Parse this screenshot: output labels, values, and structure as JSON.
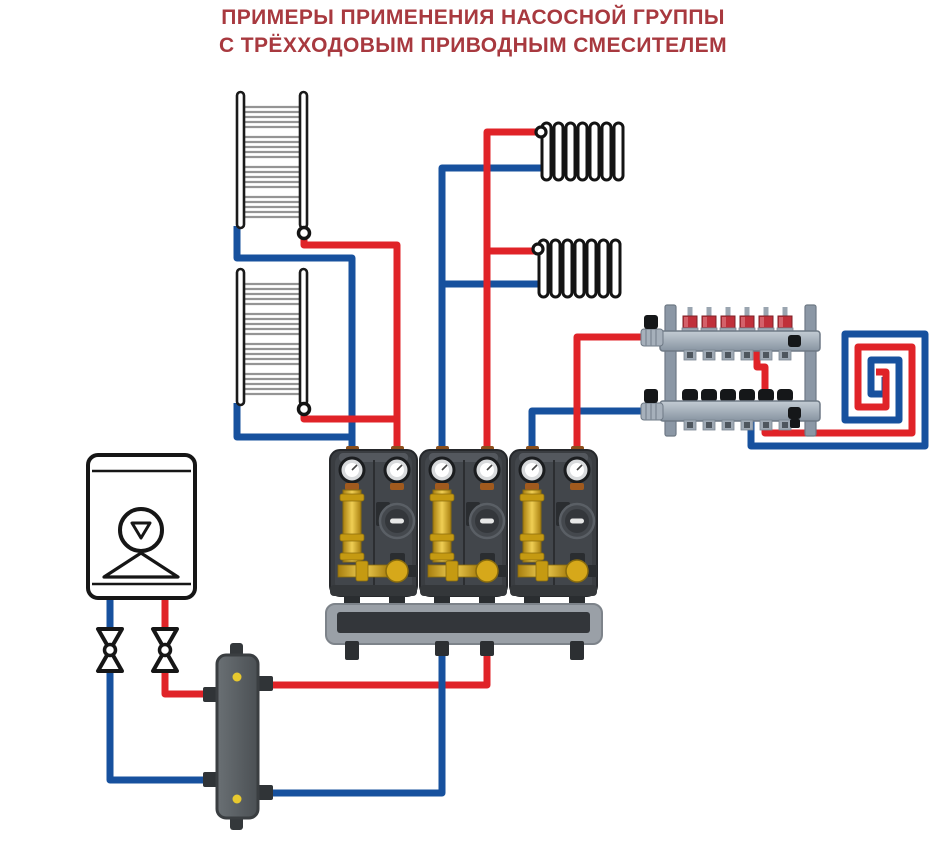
{
  "title": {
    "line1": "ПРИМЕРЫ ПРИМЕНЕНИЯ НАСОСНОЙ ГРУППЫ",
    "line2": "С ТРЁХХОДОВЫМ ПРИВОДНЫМ СМЕСИТЕЛЕМ"
  },
  "colors": {
    "supply_red": "#e02328",
    "return_blue": "#17519e",
    "title_red": "#a8393f",
    "brass_yellow": "#d9a91c",
    "flow_meter_red": "#c0303a",
    "pump_shell_gray": "#3a3d41",
    "base_silver": "#9aa0a7",
    "separator_gray": "#5a5f63",
    "manifold_silver": "#9aa5b2"
  },
  "components": [
    "boiler",
    "shutoff-valve-return",
    "shutoff-valve-supply",
    "towel-radiator-1",
    "towel-radiator-2",
    "panel-radiator-1",
    "panel-radiator-2",
    "pump-group-1",
    "pump-group-2",
    "pump-group-3",
    "pump-base-manifold",
    "hydraulic-separator",
    "floor-manifold-with-flow-meters",
    "underfloor-heating-loop"
  ],
  "flow_meter_count": 6,
  "pump_group_count": 3
}
